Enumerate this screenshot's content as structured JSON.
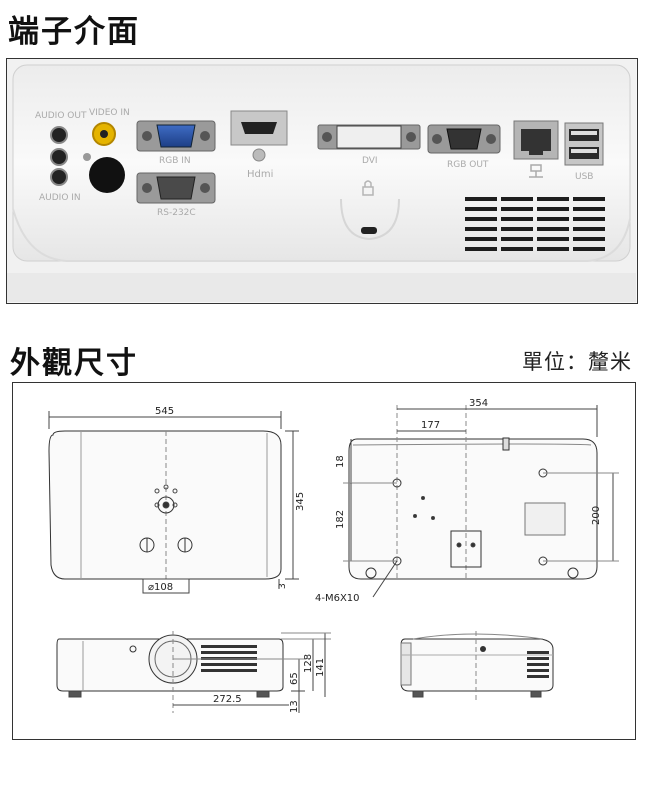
{
  "sections": {
    "ports_title": "端子介面",
    "dimensions_title": "外觀尺寸",
    "unit_label": "單位：釐米"
  },
  "ports": {
    "audio_out": "AUDIO OUT",
    "video_in": "VIDEO IN",
    "audio_in": "AUDIO IN",
    "rgb_in": "RGB IN",
    "rs232c": "RS-232C",
    "hdmi": "Hdmi",
    "dvi": "DVI",
    "rgb_out": "RGB OUT",
    "usb": "USB"
  },
  "dimensions": {
    "top_width": "545",
    "top_depth": "345",
    "top_small": "3",
    "lens_diameter": "⌀108",
    "bottom_width": "354",
    "bottom_offset": "177",
    "bottom_top_margin": "18",
    "bottom_hole_spacing": "182",
    "bottom_right_height": "200",
    "mount_screws": "4-M6X10",
    "front_lens_offset": "272.5",
    "front_foot": "13",
    "front_lens_center": "65",
    "front_body_height": "128",
    "front_total_height": "141"
  }
}
